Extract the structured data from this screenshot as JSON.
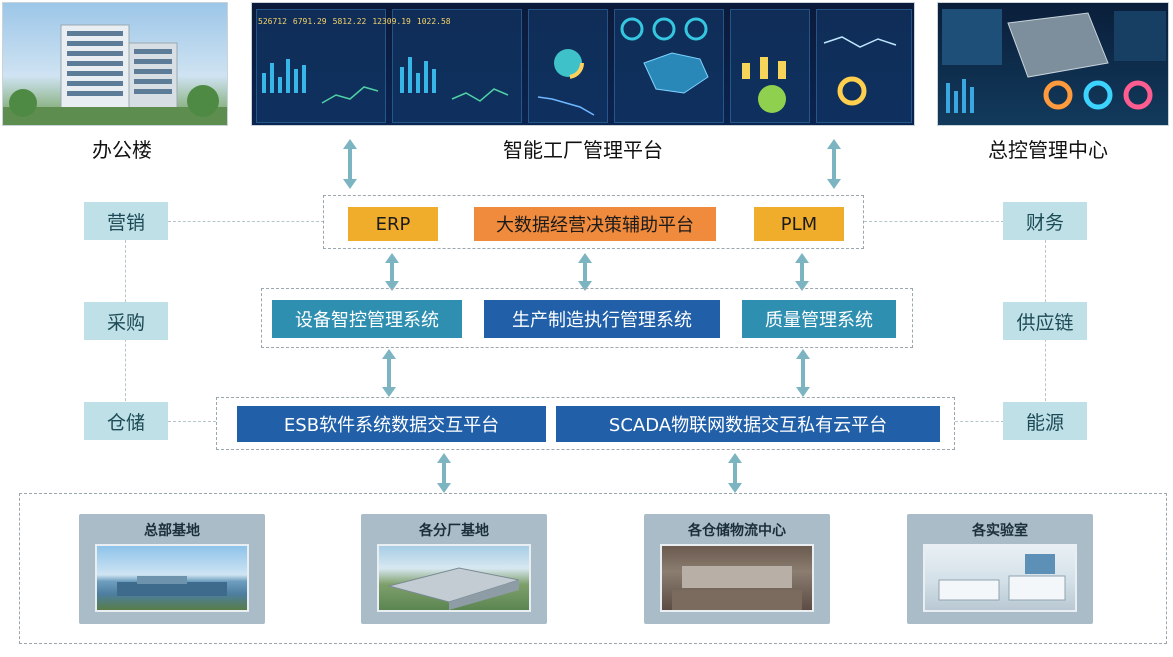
{
  "captions": {
    "office": "办公楼",
    "platform": "智能工厂管理平台",
    "control": "总控管理中心"
  },
  "dashboard_numbers": [
    "526712",
    "6791.29",
    "5812.22",
    "12309.19",
    "1022.58"
  ],
  "side_left": [
    "营销",
    "采购",
    "仓储"
  ],
  "side_right": [
    "财务",
    "供应链",
    "能源"
  ],
  "tier1": {
    "erp": "ERP",
    "bigdata": "大数据经营决策辅助平台",
    "plm": "PLM"
  },
  "tier2": {
    "equipment": "设备智控管理系统",
    "mes": "生产制造执行管理系统",
    "quality": "质量管理系统"
  },
  "tier3": {
    "esb": "ESB软件系统数据交互平台",
    "scada": "SCADA物联网数据交互私有云平台"
  },
  "sites": [
    {
      "title": "总部基地"
    },
    {
      "title": "各分厂基地"
    },
    {
      "title": "各仓储物流中心"
    },
    {
      "title": "各实验室"
    }
  ],
  "colors": {
    "orange": "#f0ad2c",
    "orange_dark": "#f08a3c",
    "teal": "#2f8fb0",
    "blue": "#2160a8",
    "side_box": "#bfe0e6"
  }
}
